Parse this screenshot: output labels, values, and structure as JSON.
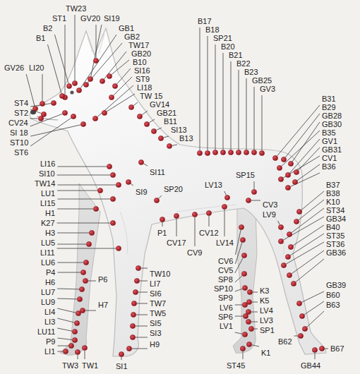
{
  "diagram": {
    "labels": [
      "TW23",
      "ST1",
      "GV20",
      "SI19",
      "B2",
      "GB1",
      "GB2",
      "B1",
      "TW17",
      "GB20",
      "B10",
      "SI16",
      "GV26",
      "LI20",
      "ST9",
      "LI18",
      "TW 15",
      "GV14",
      "GB21",
      "B11",
      "SI13",
      "B13",
      "ST4",
      "ST6",
      "ST2",
      "SI 18",
      "CV24",
      "ST10",
      "SI11",
      "LI16",
      "SI10",
      "TW14",
      "SI9",
      "LU1",
      "LI15",
      "H1",
      "K27",
      "H3",
      "LU5",
      "LI11",
      "LU6",
      "P4",
      "H6",
      "LU7",
      "LU9",
      "LI4",
      "LI3",
      "LU11",
      "P9",
      "LI1",
      "P6",
      "H7",
      "TW10",
      "LI7",
      "SI6",
      "TW7",
      "TW5",
      "SI5",
      "SI3",
      "TW3",
      "TW1",
      "H9",
      "SI1",
      "P1",
      "CV17",
      "CV12",
      "LV14",
      "CV9",
      "SP20",
      "LV13",
      "SP15",
      "CV3",
      "LV9",
      "CV6",
      "CV5",
      "SP8",
      "SP10",
      "SP9",
      "LV6",
      "SP6",
      "LV1",
      "K3",
      "K5",
      "LV4",
      "LV3",
      "SP1",
      "ST45",
      "K1",
      "B62",
      "B17",
      "B18",
      "SP21",
      "B20",
      "B21",
      "B22",
      "B23",
      "GB25",
      "GV3",
      "B31",
      "B29",
      "GB28",
      "GB30",
      "B35",
      "GV1",
      "GB31",
      "CV1",
      "B36",
      "B37",
      "B38",
      "K10",
      "ST34",
      "GB34",
      "B40",
      "ST35",
      "ST36",
      "GB36",
      "GB39",
      "B60",
      "B63",
      "B67",
      "GB44"
    ]
  }
}
